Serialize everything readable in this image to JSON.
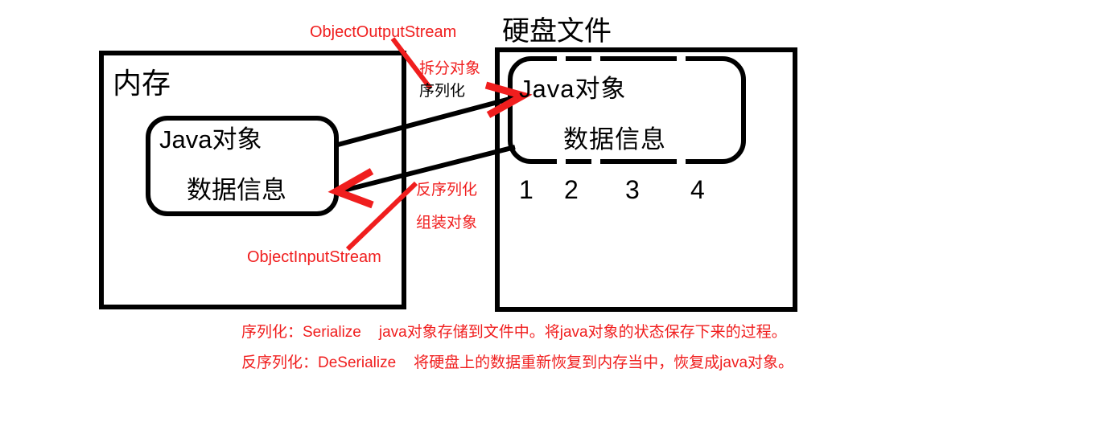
{
  "diagram": {
    "title_memory": "内存",
    "title_disk": "硬盘文件",
    "colors": {
      "annotation_red": "#f01e1e",
      "stroke_black": "#000000",
      "background": "#ffffff"
    },
    "memory_box": {
      "label": "内存",
      "object": {
        "line1": "Java对象",
        "line2": "数据信息"
      }
    },
    "disk_box": {
      "label": "硬盘文件",
      "object": {
        "line1": "Java对象",
        "line2": "数据信息"
      },
      "fragment_numbers": [
        "1",
        "2",
        "3",
        "4"
      ]
    },
    "annotations": {
      "object_output_stream": "ObjectOutputStream",
      "object_input_stream": "ObjectInputStream",
      "split_object": "拆分对象",
      "serialize": "序列化",
      "deserialize": "反序列化",
      "assemble_object": "组装对象"
    },
    "legend": {
      "line1": {
        "term": "序列化：Serialize",
        "desc": "java对象存储到文件中。将java对象的状态保存下来的过程。"
      },
      "line2": {
        "term": "反序列化：DeSerialize",
        "desc": "将硬盘上的数据重新恢复到内存当中，恢复成java对象。"
      }
    }
  }
}
